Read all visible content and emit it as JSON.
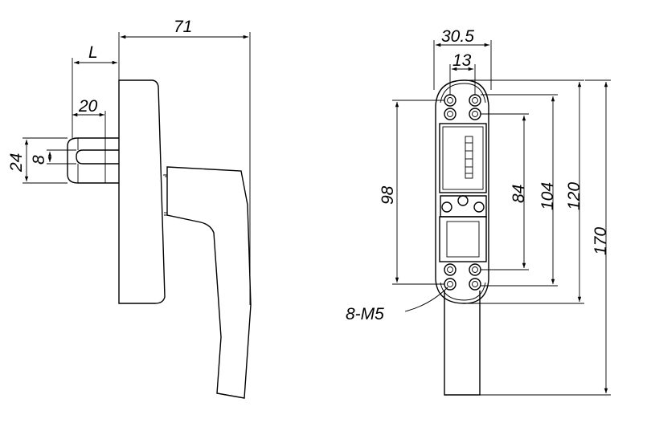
{
  "drawing": {
    "dimensions": {
      "overall_depth": "71",
      "variable_length": "L",
      "spindle_length": "20",
      "base_height": "24",
      "spindle_size": "8",
      "plate_width": "30.5",
      "spindle_offset": "13",
      "hole_spacing_98": "98",
      "hole_spacing_84": "84",
      "hole_spacing_104": "104",
      "plate_length_120": "120",
      "total_length_170": "170",
      "screw_spec": "8-M5"
    }
  }
}
